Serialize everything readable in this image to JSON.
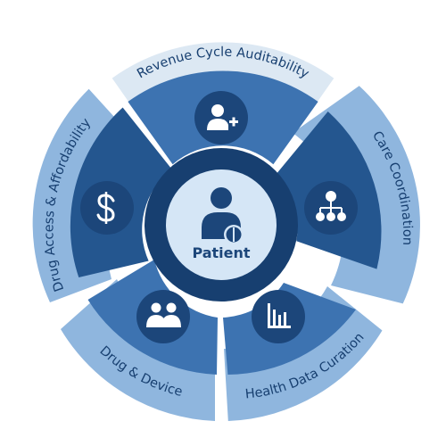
{
  "center": {
    "label": "Patient",
    "icon": "patient-icon"
  },
  "segments": [
    {
      "key": "revenue",
      "label": "Revenue Cycle Auditability",
      "icon": "add-user-icon"
    },
    {
      "key": "care",
      "label": "Care Coordination",
      "icon": "network-icon"
    },
    {
      "key": "health",
      "label": "Health Data Curation",
      "icon": "bar-chart-icon"
    },
    {
      "key": "device",
      "label": "Drug & Device",
      "icon": "group-icon"
    },
    {
      "key": "access",
      "label": "Drug Access & Affordability",
      "icon": "dollar-icon"
    }
  ],
  "colors": {
    "outer_ring_light": "#dce8f3",
    "outer_ring_mid": "#8fb6de",
    "inner_segment_dark": "#24568f",
    "inner_segment_mid": "#3d73b1",
    "hub_ring": "#173f70",
    "hub_center": "#d5e6f6",
    "icon_circle": "#1c467a",
    "label_text": "#173f70"
  }
}
